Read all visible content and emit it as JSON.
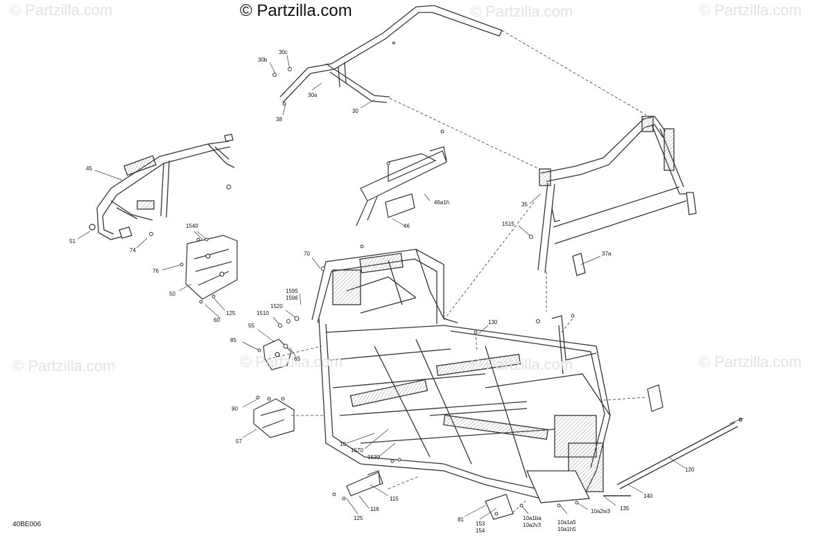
{
  "header": {
    "brand": "© Partzilla.com"
  },
  "watermark": {
    "text": "© Partzilla.com"
  },
  "diagram": {
    "code": "40BE006"
  },
  "callouts": [
    "30c",
    "30b",
    "30a",
    "30",
    "38",
    "45",
    "51",
    "74",
    "1540",
    "76",
    "50",
    "60",
    "125",
    "46a1h",
    "46",
    "35",
    "1515",
    "37a",
    "70",
    "1595",
    "1596",
    "1520",
    "1510",
    "55",
    "85",
    "65",
    "130",
    "90",
    "57",
    "10",
    "1570",
    "1530",
    "115",
    "116",
    "125",
    "81",
    "153",
    "154",
    "10a1ba",
    "10a2v3",
    "10a1a5",
    "10a1h5",
    "10a2w3",
    "135",
    "140",
    "120"
  ],
  "colors": {
    "line": "#333333",
    "hatch": "#9a9a9a",
    "leader": "#333333",
    "watermark": "#e3e3e3"
  }
}
